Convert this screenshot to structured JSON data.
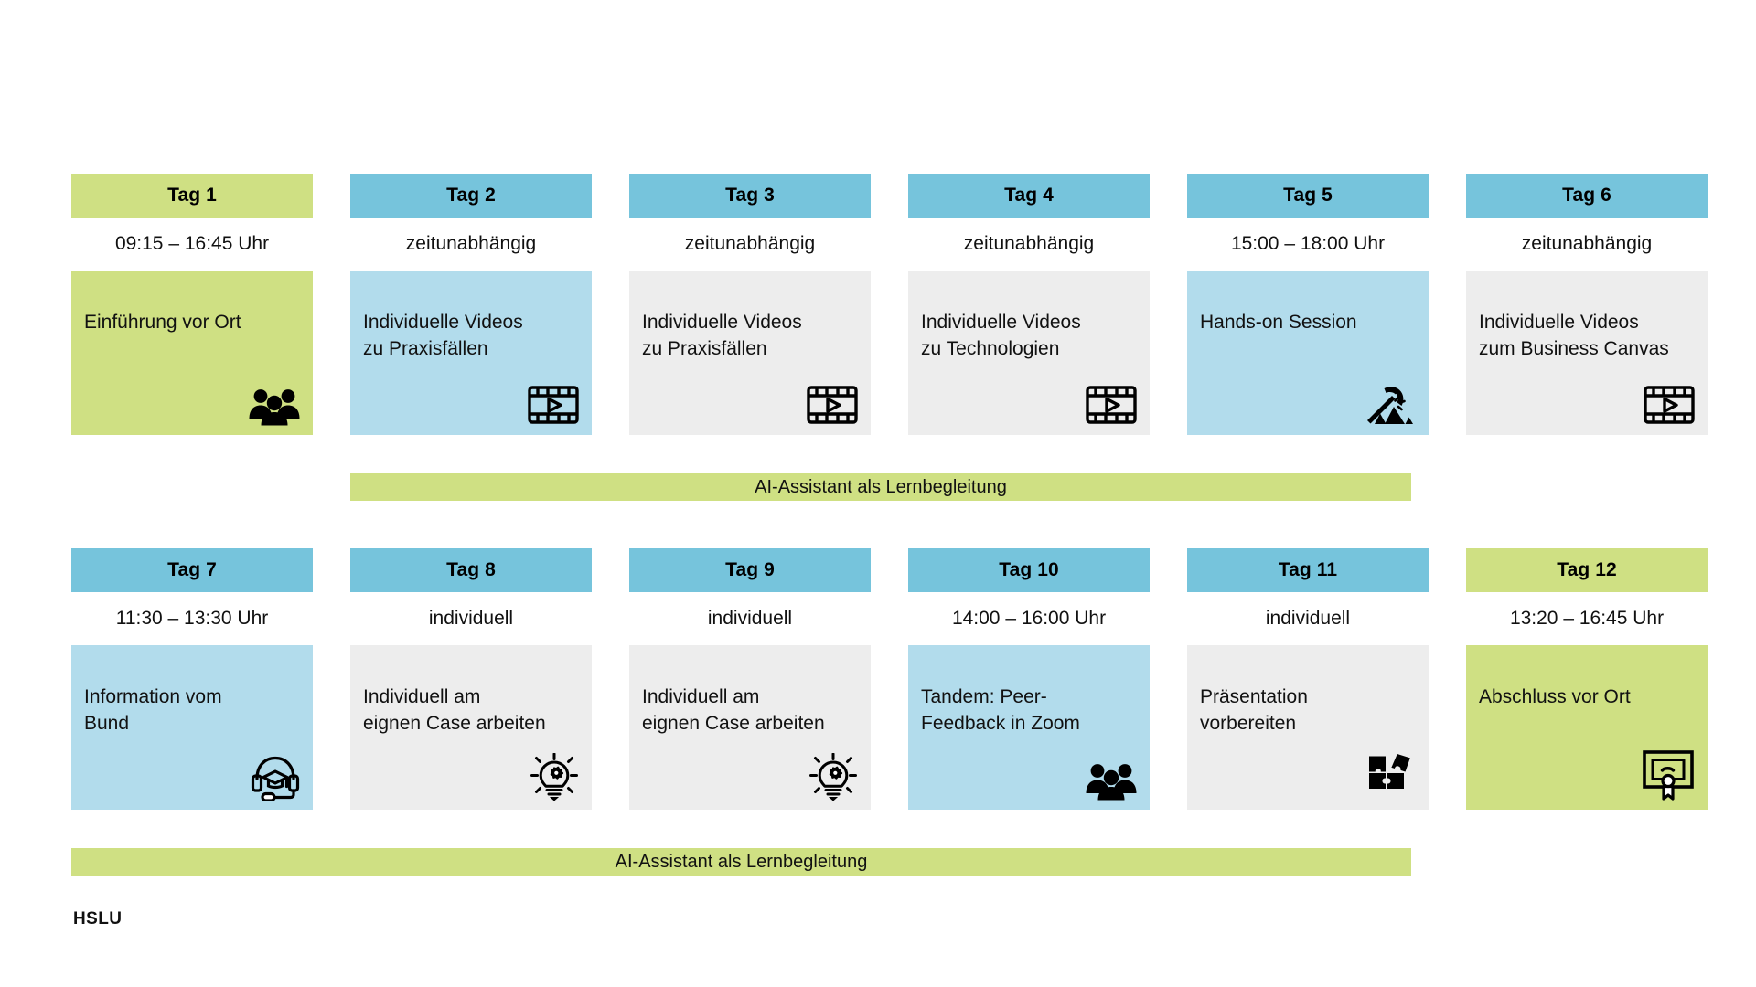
{
  "colors": {
    "green": "#cfe083",
    "header_blue": "#76c4dc",
    "body_blue": "#b2dcec",
    "body_gray": "#ededed",
    "text": "#111111"
  },
  "rows": [
    {
      "banner": {
        "label": "AI-Assistant als Lernbegleitung"
      },
      "cards": [
        {
          "day": "Tag 1",
          "time": "09:15 – 16:45 Uhr",
          "label": "Einführung vor Ort",
          "header_style": "green",
          "body_style": "green",
          "icon": "people-group-icon"
        },
        {
          "day": "Tag 2",
          "time": "zeitunabhängig",
          "label": "Individuelle Videos\nzu Praxisfällen",
          "header_style": "blue",
          "body_style": "blue",
          "icon": "film-play-icon"
        },
        {
          "day": "Tag 3",
          "time": "zeitunabhängig",
          "label": "Individuelle Videos\nzu Praxisfällen",
          "header_style": "blue",
          "body_style": "gray",
          "icon": "film-play-icon"
        },
        {
          "day": "Tag 4",
          "time": "zeitunabhängig",
          "label": "Individuelle Videos\nzu Technologien",
          "header_style": "blue",
          "body_style": "gray",
          "icon": "film-play-icon"
        },
        {
          "day": "Tag 5",
          "time": "15:00 – 18:00 Uhr",
          "label": "Hands-on Session",
          "header_style": "blue",
          "body_style": "blue",
          "icon": "pickaxe-rock-icon"
        },
        {
          "day": "Tag 6",
          "time": "zeitunabhängig",
          "label": "Individuelle Videos\nzum Business Canvas",
          "header_style": "blue",
          "body_style": "gray",
          "icon": "film-play-icon"
        }
      ]
    },
    {
      "banner": {
        "label": "AI-Assistant als Lernbegleitung"
      },
      "cards": [
        {
          "day": "Tag 7",
          "time": "11:30 – 13:30 Uhr",
          "label": "Information vom\nBund",
          "header_style": "blue",
          "body_style": "blue",
          "icon": "headset-graduation-icon"
        },
        {
          "day": "Tag 8",
          "time": "individuell",
          "label": "Individuell am\neignen Case arbeiten",
          "header_style": "blue",
          "body_style": "gray",
          "icon": "lightbulb-gear-icon"
        },
        {
          "day": "Tag 9",
          "time": "individuell",
          "label": "Individuell am\neignen Case arbeiten",
          "header_style": "blue",
          "body_style": "gray",
          "icon": "lightbulb-gear-icon"
        },
        {
          "day": "Tag 10",
          "time": "14:00 – 16:00 Uhr",
          "label": "Tandem: Peer-\nFeedback in Zoom",
          "header_style": "blue",
          "body_style": "blue",
          "icon": "people-group-icon"
        },
        {
          "day": "Tag 11",
          "time": "individuell",
          "label": "Präsentation\nvorbereiten",
          "header_style": "blue",
          "body_style": "gray",
          "icon": "puzzle-pieces-icon"
        },
        {
          "day": "Tag 12",
          "time": "13:20 – 16:45 Uhr",
          "label": "Abschluss vor Ort",
          "header_style": "green",
          "body_style": "green",
          "icon": "certificate-presentation-icon"
        }
      ]
    }
  ],
  "logo": {
    "label": "HSLU"
  }
}
